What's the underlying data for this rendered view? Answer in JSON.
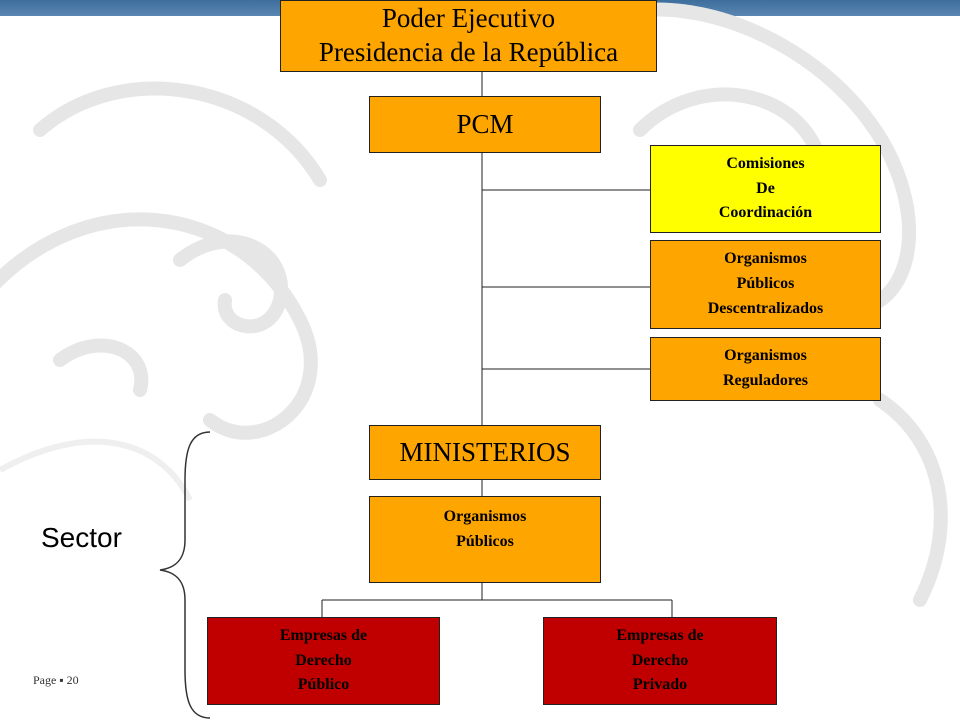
{
  "diagram": {
    "root": {
      "line1": "Poder Ejecutivo",
      "line2": "Presidencia de la República"
    },
    "pcm": "PCM",
    "side_boxes": [
      {
        "text": "Comisiones\nDe\nCoordinación",
        "color": "#ffff00"
      },
      {
        "text": "Organismos\nPúblicos\nDescentralizados",
        "color": "#ffa500"
      },
      {
        "text": "Organismos\nReguladores",
        "color": "#ffa500"
      }
    ],
    "ministerios": "MINISTERIOS",
    "organismos_publicos": "Organismos\nPúblicos",
    "empresas": [
      {
        "text": "Empresas de\nDerecho\nPúblico",
        "color": "#c00000"
      },
      {
        "text": "Empresas de\nDerecho\nPrivado",
        "color": "#c00000"
      }
    ],
    "sector_label": "Sector"
  },
  "footer": {
    "page_label": "Page",
    "page_number": "20"
  }
}
